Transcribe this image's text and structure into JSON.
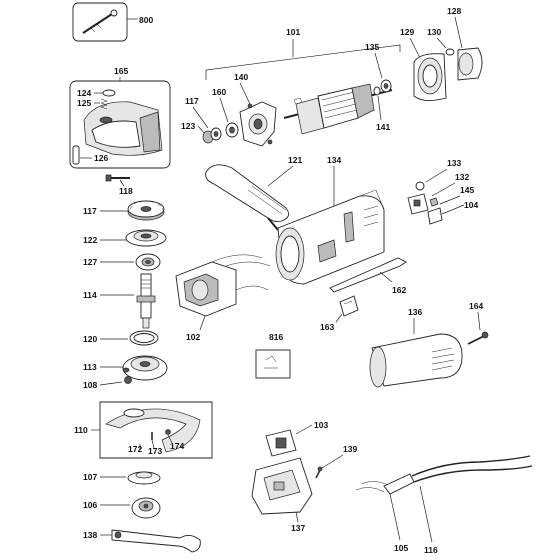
{
  "labels": {
    "l800": "800",
    "l128": "128",
    "l101": "101",
    "l129": "129",
    "l130": "130",
    "l135": "135",
    "l165": "165",
    "l140": "140",
    "l124": "124",
    "l125": "125",
    "l117a": "117",
    "l160": "160",
    "l141": "141",
    "l123": "123",
    "l126": "126",
    "l121": "121",
    "l134": "134",
    "l133": "133",
    "l132": "132",
    "l145": "145",
    "l104": "104",
    "l118": "118",
    "l117b": "117",
    "l122": "122",
    "l127": "127",
    "l114": "114",
    "l162": "162",
    "l164": "164",
    "l163": "163",
    "l102": "102",
    "l136": "136",
    "l120": "120",
    "l816": "816",
    "l113": "113",
    "l108": "108",
    "l110": "110",
    "l172": "172",
    "l173": "173",
    "l174": "174",
    "l103": "103",
    "l139": "139",
    "l107": "107",
    "l106": "106",
    "l137": "137",
    "l138": "138",
    "l105": "105",
    "l116": "116"
  }
}
